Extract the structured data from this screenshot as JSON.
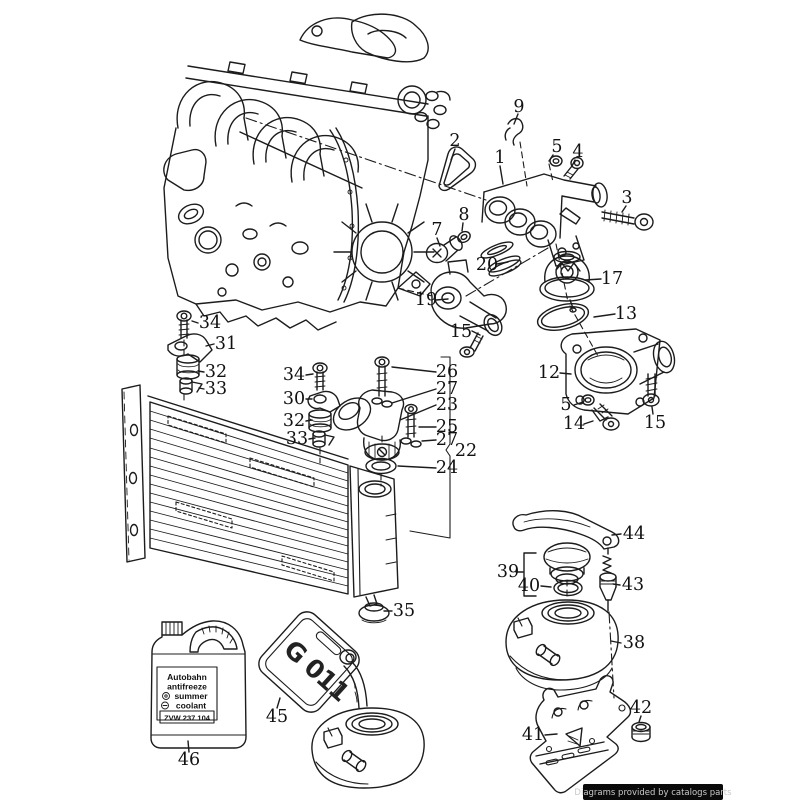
{
  "figure": {
    "kind": "exploded-parts-diagram",
    "subject": "Engine cooling system (radiator, thermostat, expansion tank, coolant)",
    "background_color": "#ffffff",
    "line_color": "#1c1c1c"
  },
  "callouts": {
    "1": "1",
    "2": "2",
    "3": "3",
    "4": "4",
    "5": "5",
    "7": "7",
    "8": "8",
    "9": "9",
    "12": "12",
    "13": "13",
    "14": "14",
    "15": "15",
    "17": "17",
    "19": "19",
    "20": "20",
    "22": "22",
    "23": "23",
    "24": "24",
    "25": "25",
    "26": "26",
    "27": "27",
    "30": "30",
    "31": "31",
    "32": "32",
    "33": "33",
    "34": "34",
    "35": "35",
    "38": "38",
    "39": "39",
    "40": "40",
    "41": "41",
    "42": "42",
    "43": "43",
    "44": "44",
    "45": "45",
    "46": "46"
  },
  "bottle": {
    "line1": "Autobahn",
    "line2": "antifreeze",
    "line3": "summer",
    "line4": "coolant",
    "part_number": "ZVW 237 104"
  },
  "jug": {
    "marking": "G 011"
  },
  "watermark": {
    "text": "Diagrams provided by catalogs parts"
  }
}
